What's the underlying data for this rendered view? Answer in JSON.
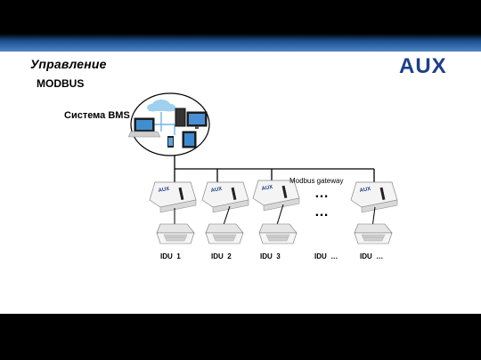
{
  "header": {
    "title": "Управление",
    "subtitle": "MODBUS",
    "logo_text": "AUX"
  },
  "bms": {
    "label": "Система BMS"
  },
  "gateway": {
    "label": "Modbus gateway",
    "device_text": "AUX"
  },
  "units": [
    {
      "label": "IDU  1"
    },
    {
      "label": "IDU  2"
    },
    {
      "label": "IDU  3"
    },
    {
      "label": "IDU  …"
    },
    {
      "label": "IDU  …"
    }
  ],
  "ellipsis": "…",
  "colors": {
    "brand": "#1d3e8a",
    "header_blue": "#4f86c6",
    "line": "#000000"
  }
}
